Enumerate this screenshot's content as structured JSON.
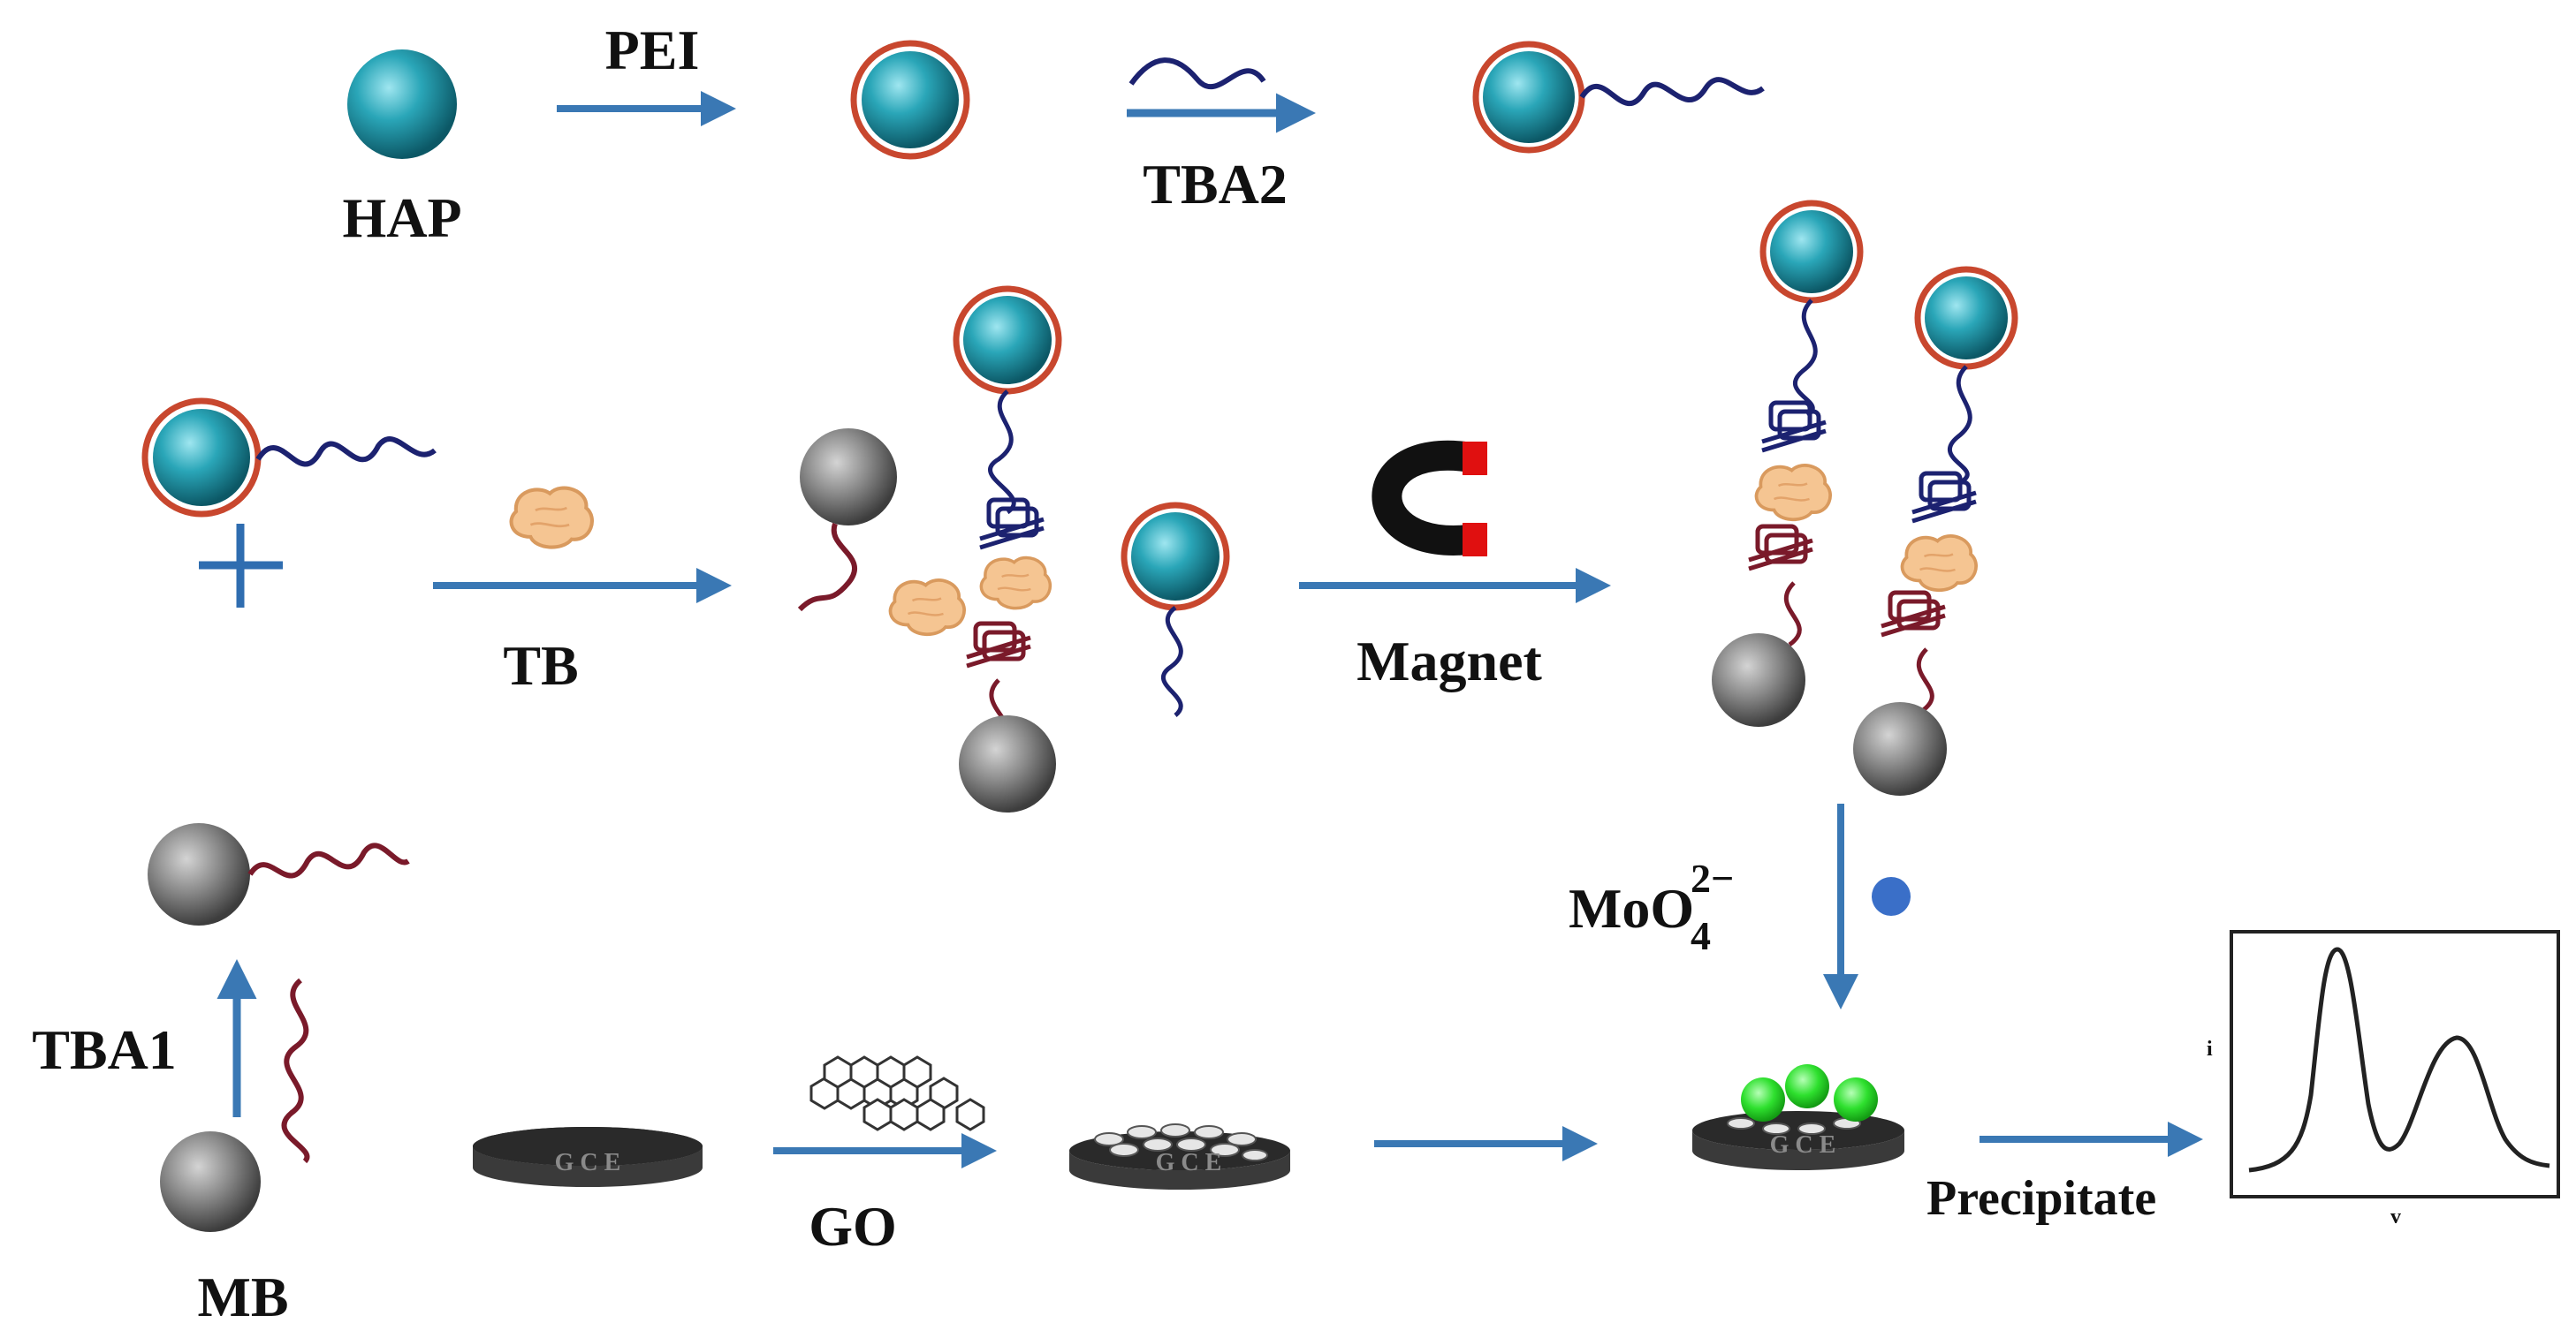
{
  "labels": {
    "hap": "HAP",
    "pei": "PEI",
    "tba2": "TBA2",
    "tb": "TB",
    "magnet": "Magnet",
    "mb": "MB",
    "tba1": "TBA1",
    "go": "GO",
    "molybdate_base": "MoO",
    "molybdate_sub": "4",
    "molybdate_sup": "2−",
    "precipitate": "Precipitate",
    "gce": "G C E",
    "plot_y": "i",
    "plot_x": "v"
  },
  "colors": {
    "arrow": "#3a78b4",
    "bead_teal": "#1f96a8",
    "bead_teal_light": "#8fe0ec",
    "pei_ring": "#c8472e",
    "strand_navy": "#1c2270",
    "strand_maroon": "#7a1a2a",
    "bead_gray": "#6e6e6e",
    "protein": "#f2bf8a",
    "electrode": "#333333",
    "green_dot": "#33dd33",
    "molybdate_dot": "#3a6fc8"
  }
}
